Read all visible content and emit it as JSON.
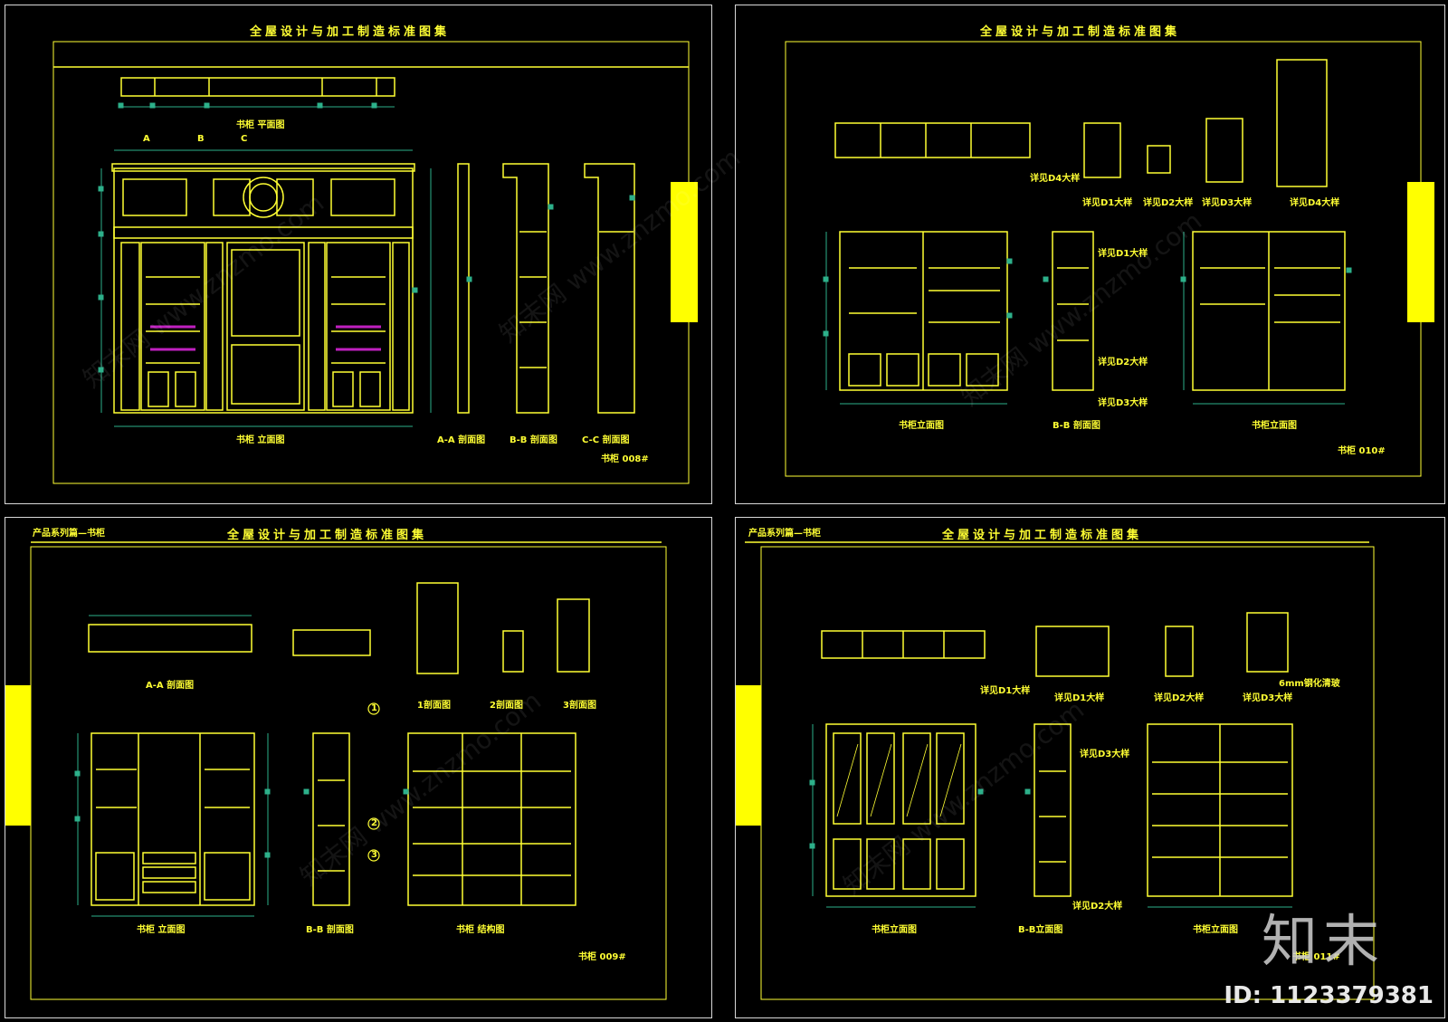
{
  "sheets": {
    "s1": {
      "title": "全屋设计与加工制造标准图集",
      "plan_label": "书柜 平面图",
      "elev_label": "书柜 立面图",
      "sec_a": "A-A 剖面图",
      "sec_b": "B-B 剖面图",
      "sec_c": "C-C 剖面图",
      "sheet_no": "书柜 008#",
      "grid": [
        "A",
        "B",
        "C"
      ]
    },
    "s2": {
      "title": "全屋设计与加工制造标准图集",
      "d4a": "详见D4大样",
      "d1": "详见D1大样",
      "d2": "详见D2大样",
      "d3": "详见D3大样",
      "d4b": "详见D4大样",
      "d1b": "详见D1大样",
      "d2b": "详见D2大样",
      "d3b": "详见D3大样",
      "elev1": "书柜立面图",
      "sec": "B-B 剖面图",
      "elev2": "书柜立面图",
      "sheet_no": "书柜 010#"
    },
    "s3": {
      "series": "产品系列篇—书柜",
      "title": "全屋设计与加工制造标准图集",
      "sec_a": "A-A 剖面图",
      "s1": "1剖面图",
      "s2": "2剖面图",
      "s3": "3剖面图",
      "elev": "书柜 立面图",
      "sec_b": "B-B 剖面图",
      "struct": "书柜 结构图",
      "sheet_no": "书柜 009#",
      "marks": [
        "1",
        "2",
        "3"
      ]
    },
    "s4": {
      "series": "产品系列篇—书柜",
      "title": "全屋设计与加工制造标准图集",
      "d1a": "详见D1大样",
      "d1b": "详见D1大样",
      "d2": "详见D2大样",
      "d3": "详见D3大样",
      "glass": "6mm钢化清玻",
      "d3c": "详见D3大样",
      "d2c": "详见D2大样",
      "elev": "书柜立面图",
      "sec": "B-B立面图",
      "elev2": "书柜立面图",
      "sheet_no": "书柜 011#"
    }
  },
  "watermarks": [
    "知末网 www.znzmo.com",
    "znzmo.com"
  ],
  "logo": "知末",
  "id_text": "ID: 1123379381",
  "colors": {
    "line": "#ffff33",
    "dim": "#2db08a",
    "frame": "#d8d8d8",
    "accent": "#ffff00",
    "book": "#c020c0"
  }
}
